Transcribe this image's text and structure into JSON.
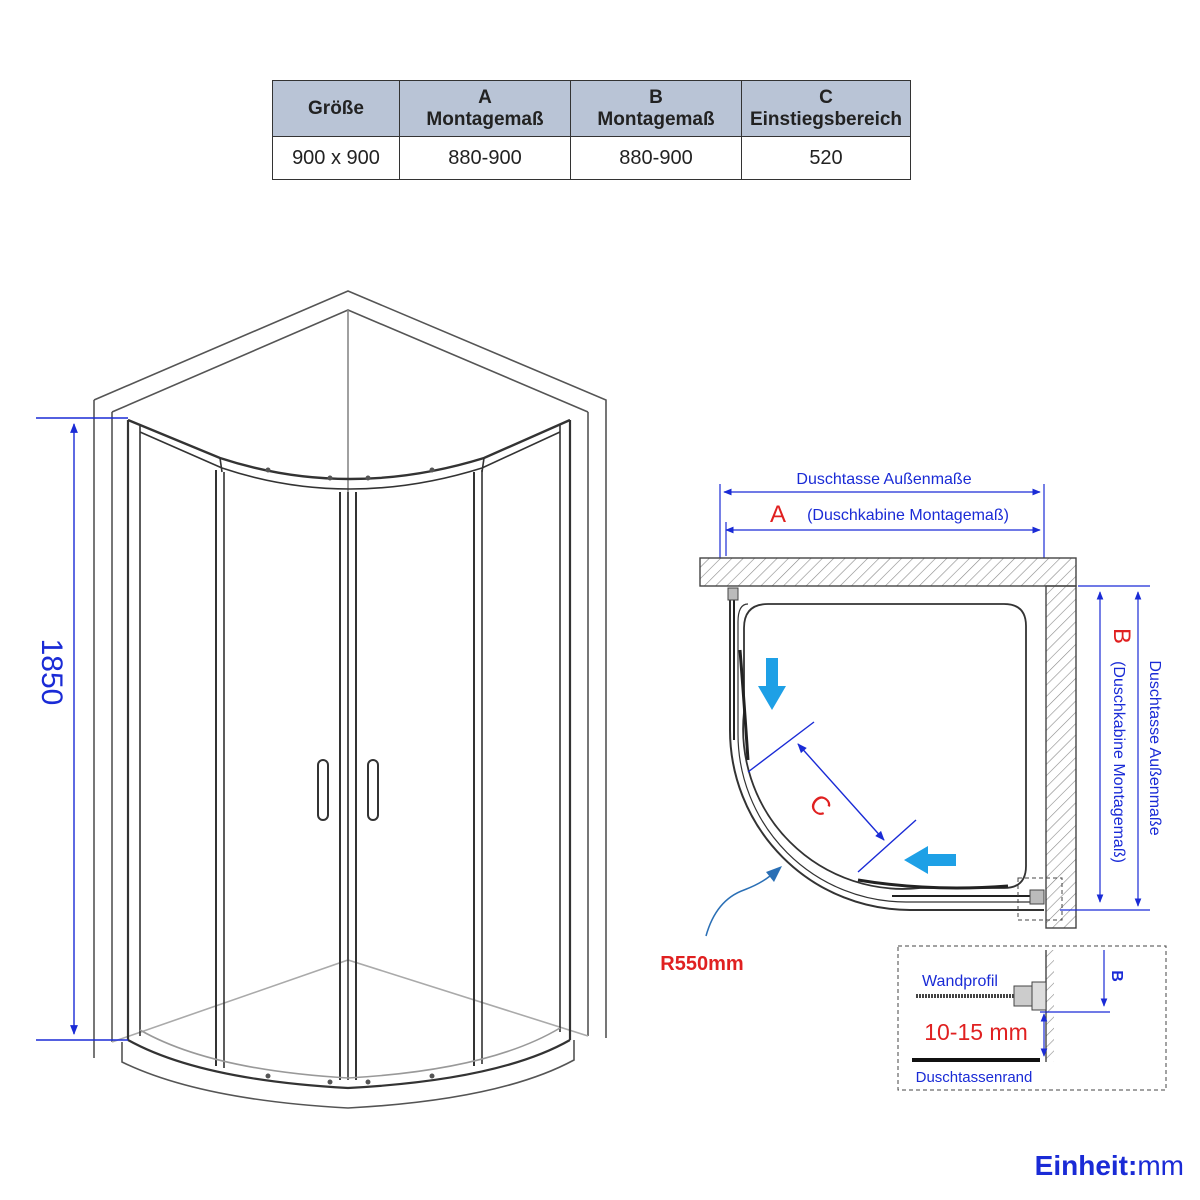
{
  "table": {
    "headers": [
      {
        "letter": "",
        "label": "Größe"
      },
      {
        "letter": "A",
        "label": "Montagemaß"
      },
      {
        "letter": "B",
        "label": "Montagemaß"
      },
      {
        "letter": "C",
        "label": "Einstiegsbereich"
      }
    ],
    "row": [
      "900 x 900",
      "880-900",
      "880-900",
      "520"
    ]
  },
  "perspective": {
    "height_label": "1850"
  },
  "plan": {
    "tray_outer_top": "Duschtasse Außenmaße",
    "dim_a_letter": "A",
    "dim_a_text": "(Duschkabine Montagemaß)",
    "dim_b_letter": "B",
    "dim_b_text": "(Duschkabine Montagemaß)",
    "tray_outer_right": "Duschtasse Außenmaße",
    "dim_c_letter": "C",
    "radius_label": "R550mm"
  },
  "detail": {
    "wandprofil": "Wandprofil",
    "gap": "10-15 mm",
    "tray_edge": "Duschtassenrand",
    "b_letter": "B"
  },
  "unit": {
    "label": "Einheit:",
    "value": "mm"
  },
  "colors": {
    "dimension_blue": "#1a2bd6",
    "accent_red": "#e02020",
    "arrow_cyan": "#1ea0e6",
    "header_fill": "#b9c4d6"
  }
}
